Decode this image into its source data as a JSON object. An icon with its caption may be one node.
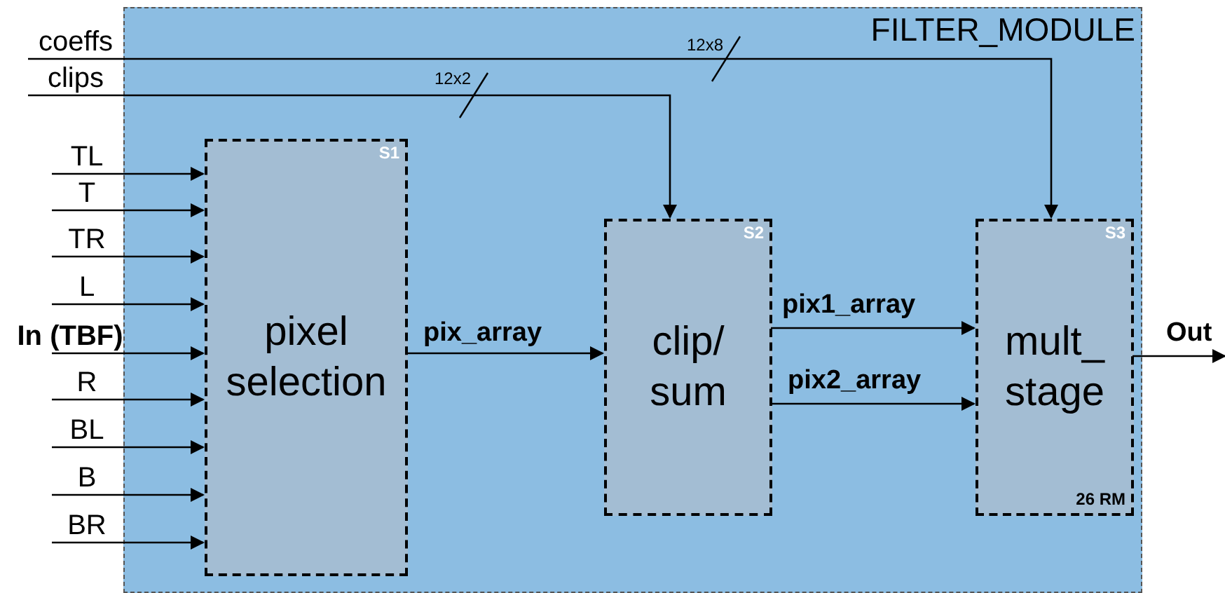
{
  "diagram": {
    "nodes": [
      {
        "text": [
          "FILTER_MODULE"
        ]
      },
      {
        "text": [
          "S1",
          "pixel selection"
        ],
        "in": 0
      },
      {
        "text": [
          "S2",
          "clip/ sum"
        ],
        "in": 0
      },
      {
        "text": [
          "S3",
          "mult_ stage",
          "26 RM"
        ],
        "in": 0
      },
      {
        "text": [
          "coeffs"
        ]
      },
      {
        "text": [
          "clips"
        ]
      },
      {
        "text": [
          "TL"
        ]
      },
      {
        "text": [
          "T"
        ]
      },
      {
        "text": [
          "TR"
        ]
      },
      {
        "text": [
          "L"
        ]
      },
      {
        "text": [
          "In (TBF)"
        ]
      },
      {
        "text": [
          "R"
        ]
      },
      {
        "text": [
          "BL"
        ]
      },
      {
        "text": [
          "B"
        ]
      },
      {
        "text": [
          "BR"
        ]
      }
    ],
    "edges": [
      {
        "from": 4,
        "to": 3,
        "arrow": "to",
        "label": "12x8"
      },
      {
        "from": 5,
        "to": 2,
        "arrow": "to",
        "label": "12x2"
      },
      {
        "from": 6,
        "to": 1,
        "arrow": "to"
      },
      {
        "from": 7,
        "to": 1,
        "arrow": "to"
      },
      {
        "from": 8,
        "to": 1,
        "arrow": "to"
      },
      {
        "from": 9,
        "to": 1,
        "arrow": "to"
      },
      {
        "from": 10,
        "to": 1,
        "arrow": "to"
      },
      {
        "from": 11,
        "to": 1,
        "arrow": "to"
      },
      {
        "from": 12,
        "to": 1,
        "arrow": "to"
      },
      {
        "from": 13,
        "to": 1,
        "arrow": "to"
      },
      {
        "from": 14,
        "to": 1,
        "arrow": "to"
      },
      {
        "from": 1,
        "to": 2,
        "arrow": "to",
        "label": "pix_array"
      },
      {
        "from": 2,
        "to": 3,
        "arrow": "to",
        "label": "pix1_array"
      },
      {
        "from": 2,
        "to": 3,
        "arrow": "to",
        "label": "pix2_array"
      },
      {
        "from": 3,
        "to": null,
        "arrow": "to",
        "label": "Out"
      }
    ]
  }
}
